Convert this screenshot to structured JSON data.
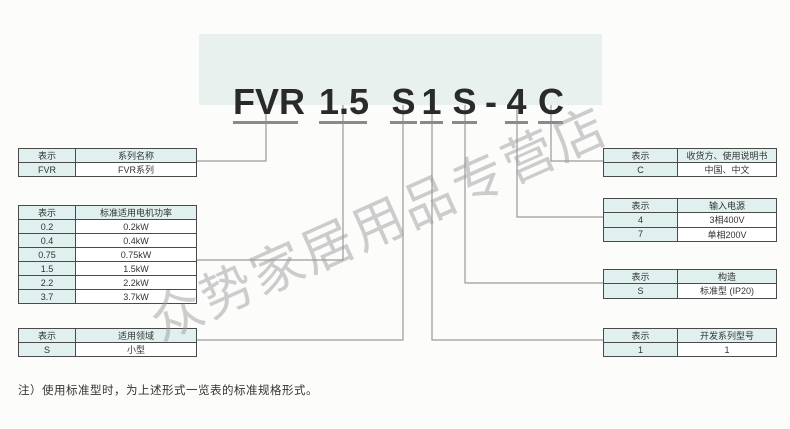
{
  "model_code": {
    "full": "FVR 1.5 S1S-4C",
    "parts": [
      {
        "text": "FVR",
        "underline": true
      },
      {
        "text": "1.5",
        "underline": true
      },
      {
        "text": "S",
        "underline": true
      },
      {
        "text": "1",
        "underline": true
      },
      {
        "text": "S",
        "underline": true
      },
      {
        "text": "-",
        "underline": false
      },
      {
        "text": "4",
        "underline": true
      },
      {
        "text": "C",
        "underline": true
      }
    ]
  },
  "tables": {
    "series": {
      "headers": [
        "表示",
        "系列名称"
      ],
      "rows": [
        [
          "FVR",
          "FVR系列"
        ]
      ]
    },
    "motor_power": {
      "headers": [
        "表示",
        "标准适用电机功率"
      ],
      "rows": [
        [
          "0.2",
          "0.2kW"
        ],
        [
          "0.4",
          "0.4kW"
        ],
        [
          "0.75",
          "0.75kW"
        ],
        [
          "1.5",
          "1.5kW"
        ],
        [
          "2.2",
          "2.2kW"
        ],
        [
          "3.7",
          "3.7kW"
        ]
      ]
    },
    "application_field": {
      "headers": [
        "表示",
        "适用领域"
      ],
      "rows": [
        [
          "S",
          "小型"
        ]
      ]
    },
    "destination": {
      "headers": [
        "表示",
        "收货方、使用说明书"
      ],
      "rows": [
        [
          "C",
          "中国、中文"
        ]
      ]
    },
    "input_power": {
      "headers": [
        "表示",
        "输入电源"
      ],
      "rows": [
        [
          "4",
          "3相400V"
        ],
        [
          "7",
          "单相200V"
        ]
      ]
    },
    "structure": {
      "headers": [
        "表示",
        "构造"
      ],
      "rows": [
        [
          "S",
          "标准型 (IP20)"
        ]
      ]
    },
    "dev_series": {
      "headers": [
        "表示",
        "开发系列型号"
      ],
      "rows": [
        [
          "1",
          "1"
        ]
      ]
    }
  },
  "note": "注）使用标准型时，为上述形式一览表的标准规格形式。",
  "watermark": "众势家居用品专营店",
  "colors": {
    "header_box_bg": "#e9f1ef",
    "table_accent_bg": "#dff0ee",
    "table_border": "#4a4a4a",
    "connector_line": "#9a9a9a",
    "text": "#333333"
  }
}
